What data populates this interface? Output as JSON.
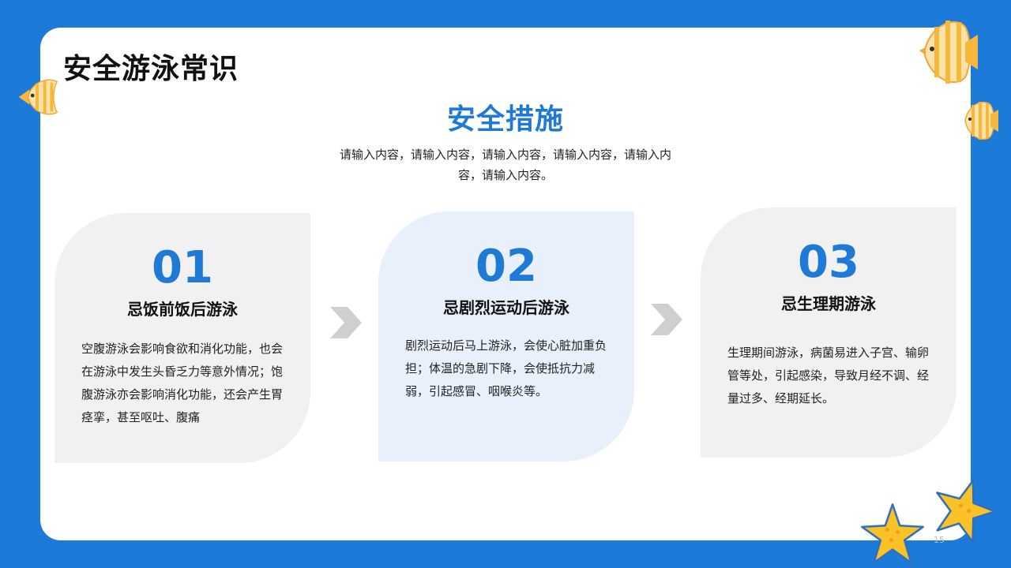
{
  "slide": {
    "title": "安全游泳常识",
    "section_title": "安全措施",
    "section_subtitle": "请输入内容，请输入内容，请输入内容，请输入内容，请输入内容，请输入内容。",
    "page_number": "15",
    "colors": {
      "background": "#1c7ad9",
      "card": "#ffffff",
      "accent": "#1f7ad6",
      "step_card_gray": "#f1f1f1",
      "step_card_highlight": "#e8f0fb",
      "chevron": "#cfcfcf"
    }
  },
  "steps": [
    {
      "number": "01",
      "heading": "忌饭前饭后游泳",
      "body": "空腹游泳会影响食欲和消化功能，也会在游泳中发生头昏乏力等意外情况；饱腹游泳亦会影响消化功能，还会产生胃痉挛，甚至呕吐、腹痛"
    },
    {
      "number": "02",
      "heading": "忌剧烈运动后游泳",
      "body": "剧烈运动后马上游泳，会使心脏加重负担；体温的急剧下降，会使抵抗力减弱，引起感冒、咽喉炎等。"
    },
    {
      "number": "03",
      "heading": "忌生理期游泳",
      "body": "生理期间游泳，病菌易进入子宫、输卵管等处，引起感染，导致月经不调、经量过多、经期延长。"
    }
  ],
  "decorations": {
    "icons": [
      "angelfish-icon",
      "angelfish-icon",
      "angelfish-icon",
      "starfish-icon",
      "starfish-icon",
      "chevron-right-icon",
      "chevron-right-icon"
    ]
  }
}
